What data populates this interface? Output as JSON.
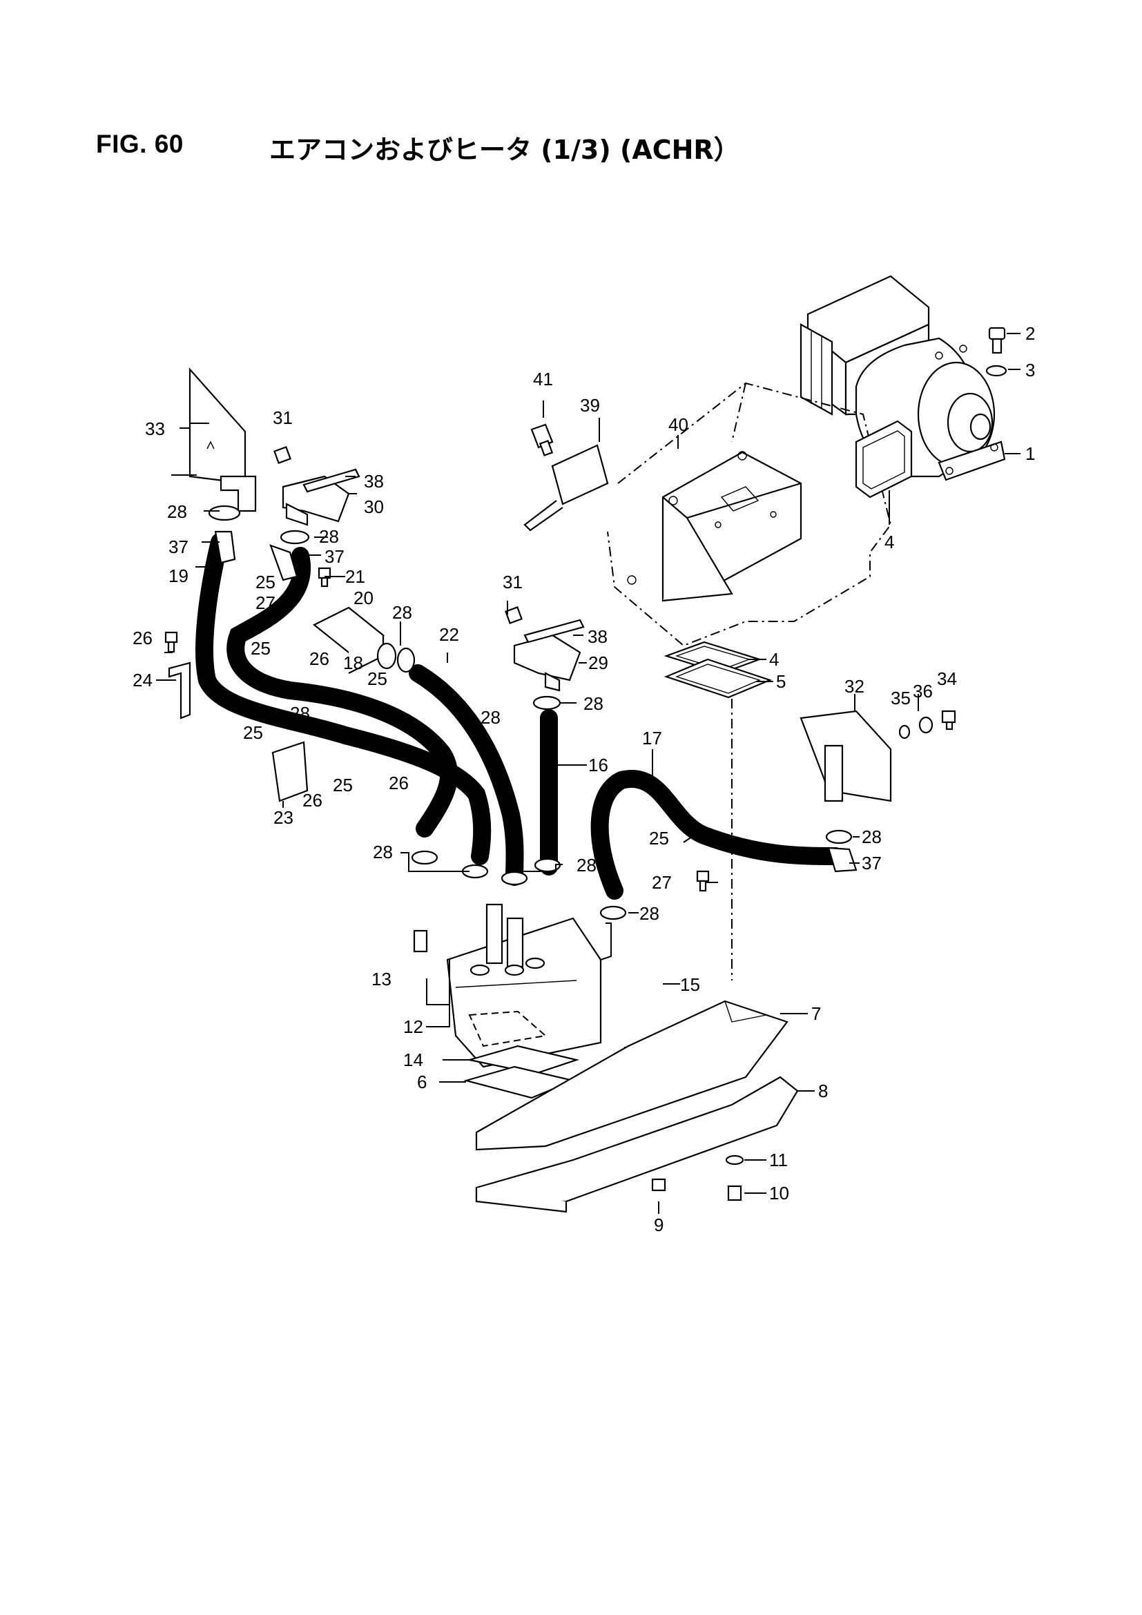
{
  "header": {
    "figure_number": "FIG. 60",
    "figure_title": "エアコンおよびヒータ (1/3) (ACHR）"
  },
  "callouts": [
    "1",
    "2",
    "3",
    "4",
    "4",
    "5",
    "6",
    "7",
    "8",
    "9",
    "10",
    "11",
    "12",
    "13",
    "14",
    "15",
    "16",
    "17",
    "18",
    "19",
    "20",
    "21",
    "22",
    "23",
    "24",
    "25",
    "25",
    "25",
    "25",
    "25",
    "25",
    "26",
    "26",
    "26",
    "26",
    "27",
    "27",
    "28",
    "28",
    "28",
    "28",
    "28",
    "28",
    "28",
    "28",
    "28",
    "28",
    "29",
    "30",
    "31",
    "31",
    "32",
    "33",
    "34",
    "35",
    "36",
    "37",
    "37",
    "37",
    "38",
    "38",
    "39",
    "40",
    "41"
  ]
}
